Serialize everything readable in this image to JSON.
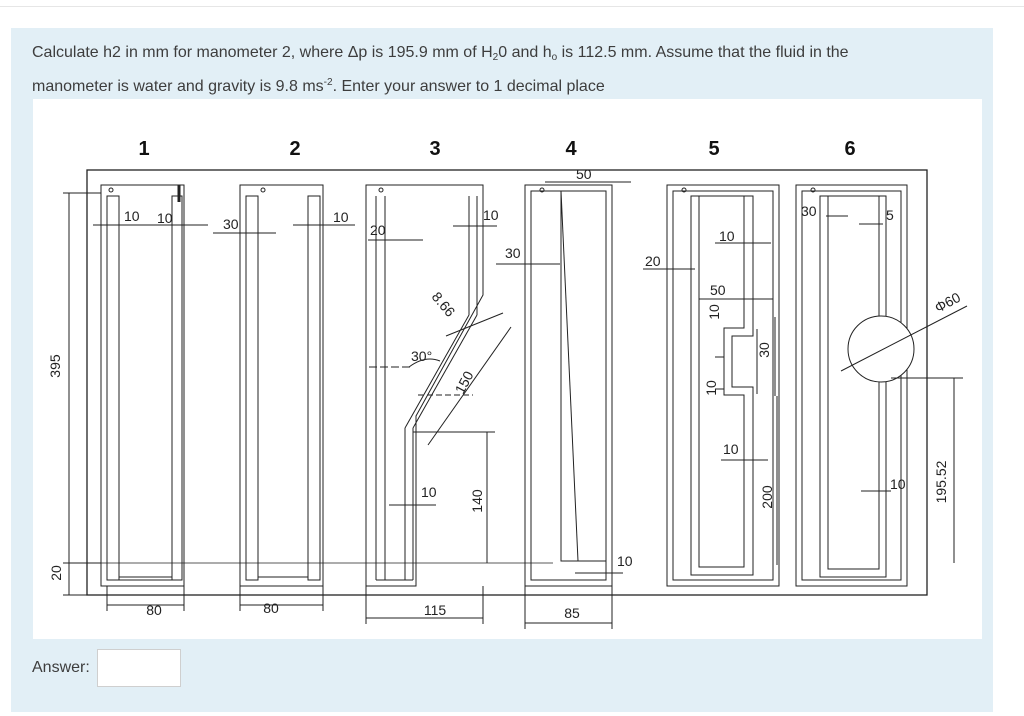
{
  "question": {
    "part1": "Calculate h2 in mm for manometer 2, where Δp is 195.9 mm of H",
    "sub1": "2",
    "part2": "0 and h",
    "sub2": "o",
    "part3": " is 112.5 mm. Assume that the fluid in the manometer is water and gravity is 9.8 ms",
    "sup1": "-2",
    "part4": ". Enter your answer to 1 decimal place"
  },
  "figure": {
    "manometer_numbers": [
      "1",
      "2",
      "3",
      "4",
      "5",
      "6"
    ],
    "dims": {
      "total_height": "395",
      "base_height": "20",
      "m1_width": "80",
      "m1_left_wall": "10",
      "m1_right_wall": "10",
      "m2_width": "80",
      "m2_left_wall": "30",
      "m2_right_wall": "10",
      "m3_width": "115",
      "m3_left_wall": "20",
      "m3_top_wall": "10",
      "m3_bottom_wall": "10",
      "m3_height": "140",
      "m3_angle": "30°",
      "m3_incline_len": "150",
      "m3_offset": "8.66",
      "m4_width": "85",
      "m4_top": "50",
      "m4_left_wall": "30",
      "m4_bottom_wall": "10",
      "m5_left_wall": "20",
      "m5_top_wall": "10",
      "m5_step": "50",
      "m5_h1": "10",
      "m5_h2": "10",
      "m5_h3": "30",
      "m5_lower_wall": "10",
      "m5_height": "200",
      "m6_top_width": "30",
      "m6_right_wall": "5",
      "m6_bottom_wall": "10",
      "m6_diameter": "Φ60",
      "m6_height": "195.52"
    }
  },
  "answer": {
    "label": "Answer:",
    "value": ""
  }
}
